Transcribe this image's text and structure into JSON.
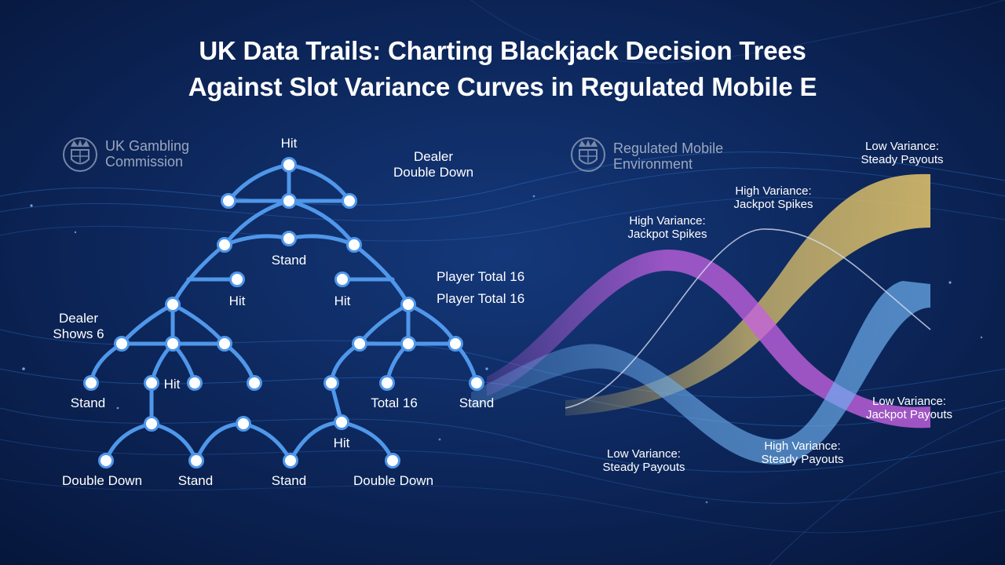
{
  "title": {
    "line1": "UK Data Trails: Charting Blackjack Decision Trees",
    "line2": "Against Slot Variance Curves in Regulated Mobile E"
  },
  "logos": {
    "left": {
      "line1": "UK Gambling",
      "line2": "Commission"
    },
    "right": {
      "line1": "Regulated Mobile",
      "line2": "Environment"
    }
  },
  "tree_labels": {
    "hit_top": "Hit",
    "dealer_double_down": {
      "line1": "Dealer",
      "line2": "Double Down"
    },
    "stand_upper": "Stand",
    "hit_mid_left": "Hit",
    "hit_mid_right": "Hit",
    "player_total_1": "Player Total 16",
    "player_total_2": "Player Total 16",
    "dealer_shows_6": {
      "line1": "Dealer",
      "line2": "Shows 6"
    },
    "hit_lower": "Hit",
    "stand_left": "Stand",
    "total_16": "Total 16",
    "stand_right": "Stand",
    "hit_bottom": "Hit",
    "double_down_left": "Double Down",
    "stand_bottom_1": "Stand",
    "stand_bottom_2": "Stand",
    "double_down_right": "Double Down"
  },
  "curve_labels": {
    "low_variance_top": {
      "line1": "Low Variance:",
      "line2": "Steady Payouts"
    },
    "high_variance_upper": {
      "line1": "High Variance:",
      "line2": "Jackpot Spikes"
    },
    "high_variance_left": {
      "line1": "High Variance:",
      "line2": "Jackpot Spikes"
    },
    "low_variance_right": {
      "line1": "Low Variance:",
      "line2": "Jackpot Payouts"
    },
    "high_variance_bottom": {
      "line1": "High Variance:",
      "line2": "Steady Payouts"
    },
    "low_variance_bottom": {
      "line1": "Low Variance:",
      "line2": "Steady Payouts"
    }
  },
  "colors": {
    "background": "#0a1f4f",
    "tree_branch": "#4f97ea",
    "node_fill": "#ffffff",
    "curve_purple": "#c561e0",
    "curve_gold": "#e5c66a",
    "curve_blue": "#6fb2f2",
    "curve_white": "#d6dcf0"
  }
}
